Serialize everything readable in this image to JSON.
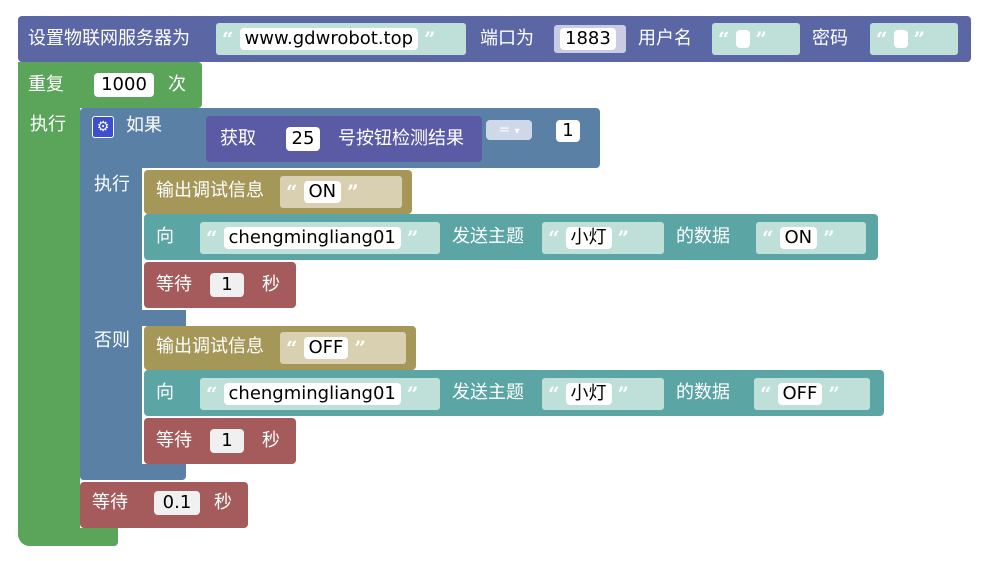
{
  "mqtt": {
    "label": "设置物联网服务器为",
    "server": "www.gdwrobot.top",
    "port_label": "端口为",
    "port": "1883",
    "user_label": "用户名",
    "user": "",
    "pass_label": "密码",
    "pass": ""
  },
  "loop": {
    "label": "重复",
    "count": "1000",
    "times": "次",
    "do_label": "执行"
  },
  "if_block": {
    "if_label": "如果",
    "get_label": "获取",
    "button_num": "25",
    "get_suffix": "号按钮检测结果",
    "op": "=",
    "op_arrow": "▾",
    "compare": "1",
    "then_label": "执行",
    "else_label": "否则"
  },
  "then": {
    "debug_label": "输出调试信息",
    "debug_value": "ON",
    "send_to": "向",
    "client": "chengmingliang01",
    "topic_label": "发送主题",
    "topic": "小灯",
    "data_label": "的数据",
    "data": "ON",
    "wait_label": "等待",
    "wait": "1",
    "wait_unit": "秒"
  },
  "else": {
    "debug_label": "输出调试信息",
    "debug_value": "OFF",
    "send_to": "向",
    "client": "chengmingliang01",
    "topic_label": "发送主题",
    "topic": "小灯",
    "data_label": "的数据",
    "data": "OFF",
    "wait_label": "等待",
    "wait": "1",
    "wait_unit": "秒"
  },
  "final_wait": {
    "label": "等待",
    "value": "0.1",
    "unit": "秒"
  },
  "colors": {
    "mqtt": "#5b67a5",
    "loop": "#5ba55b",
    "logic": "#5b80a5",
    "debug": "#a59758",
    "send": "#5ba5a5",
    "wait": "#a55b5b",
    "string": "#bfe0d9",
    "op": "#5b5ba5"
  },
  "icons": {
    "quote": "quote-icon",
    "gear": "gear-icon"
  }
}
